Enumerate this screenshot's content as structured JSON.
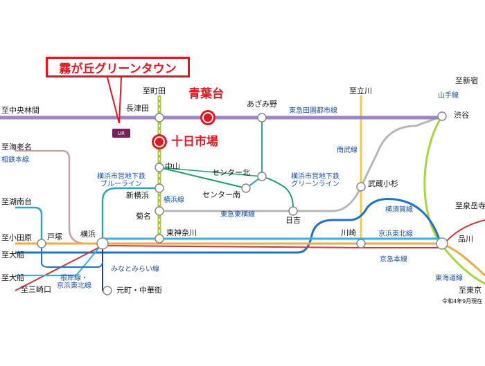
{
  "callout": {
    "text": "霧が丘グリーンタウン"
  },
  "highlights": {
    "aobadai": "青葉台",
    "tokaichiba": "十日市場"
  },
  "logo": {
    "text": "UR"
  },
  "stations": {
    "shichuorinkan": "至中央林間",
    "nagatsuta": "長津田",
    "shimachida": "至町田",
    "azamino": "あざみ野",
    "shitachikawa": "至立川",
    "shishinjuku": "至新宿",
    "shibuya": "渋谷",
    "shiebina": "至海老名",
    "nakayama": "中山",
    "center_kita": "センター北",
    "center_minami": "センター南",
    "shinyokohama": "新横浜",
    "musashikosugi": "武蔵小杉",
    "shishonandai": "至湖南台",
    "kikuna": "菊名",
    "hiyoshi": "日吉",
    "shiizumidake": "至泉岳寺",
    "shiodawara": "至小田原",
    "totsuka": "戸塚",
    "yokohama": "横浜",
    "higashikanagawa": "東神奈川",
    "kawasaki": "川崎",
    "shinagawa": "品川",
    "shiofuna1": "至大船",
    "shiofuna2": "至大船",
    "shimisakiguchi": "至三崎口",
    "motomachi": "元町・中華街",
    "shihigashikyo": "至東京"
  },
  "lines": {
    "denentoshi": "東急田園都市線",
    "nambu": "南武線",
    "yamanote": "山手線",
    "sotetsu": "相鉄本線",
    "blueline": [
      "横浜市営地下鉄",
      "ブルーライン"
    ],
    "greenline": [
      "横浜市営地下鉄",
      "グリーンライン"
    ],
    "yokohama_line": "横浜線",
    "toyoko": "東急東横線",
    "yokosuka": "横須賀線",
    "keihintohoku": "京浜東北線",
    "keikyu": "京急本線",
    "tokaido": "東海道線",
    "minatomirai": "みなとみらい線",
    "negishi": [
      "根岸線・",
      "京浜東北線"
    ]
  },
  "note": "令和4年9月現在",
  "colors": {
    "denentoshi": "#9b85c4",
    "yokohama_line": "#a8c83a",
    "nambu": "#f2c94c",
    "yamanote": "#a8d63a",
    "sotetsu": "#b88a8a",
    "blueline": "#2ba6b8",
    "greenline": "#16a06b",
    "toyoko": "#b7b7b7",
    "yokosuka": "#1a74c8",
    "keihintohoku": "#2fb3e6",
    "tokaido": "#f3a93b",
    "keikyu": "#d1343b",
    "minatomirai": "#2d3a8c",
    "accent_red": "#e8141e"
  }
}
